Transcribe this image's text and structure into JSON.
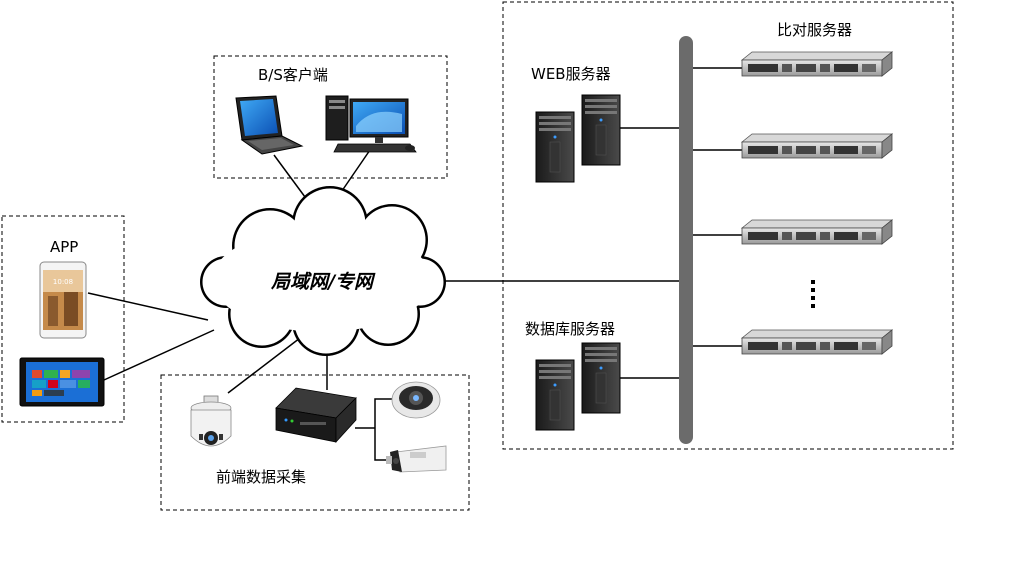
{
  "groups": {
    "bs_client": "B/S客户端",
    "app": "APP",
    "frontend": "前端数据采集",
    "web_server": "WEB服务器",
    "db_server": "数据库服务器",
    "compare_server": "比对服务器"
  },
  "network": {
    "label": "局域网/专网"
  },
  "icons": {
    "laptop": "laptop-icon",
    "desktop": "desktop-computer-icon",
    "phone": "smartphone-icon",
    "tablet": "tablet-icon",
    "ptz_camera": "ptz-dome-camera-icon",
    "nvr": "network-video-recorder-icon",
    "fisheye": "fisheye-camera-icon",
    "bullet": "bullet-camera-icon",
    "tower_server": "tower-server-icon",
    "rack_server": "rack-server-icon",
    "phone_time": "10:08"
  },
  "colors": {
    "line": "#000000",
    "bus": "#6b6b6b",
    "screen_blue": "#1f6fd6",
    "server_dark": "#2a2a2a"
  }
}
